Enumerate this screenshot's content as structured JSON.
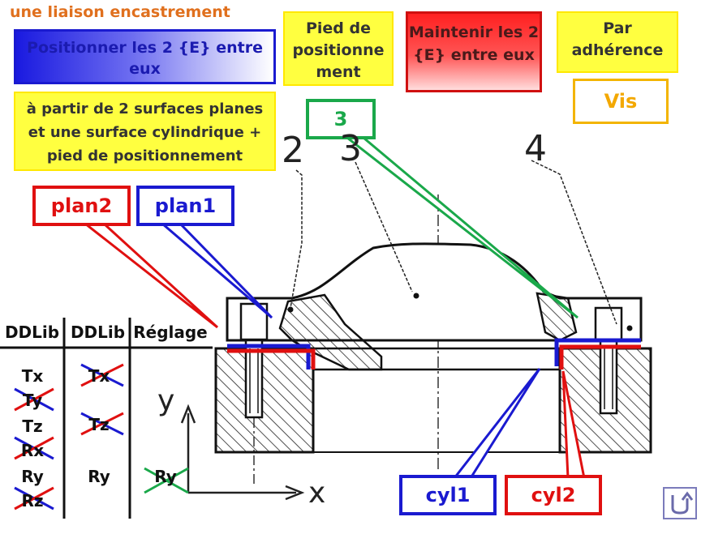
{
  "title": "une liaison encastrement",
  "box_position": "Positionner les 2 {E} entre eux",
  "box_pied": "Pied de positionne ment",
  "box_maintenir": "Maintenir les 2 {E} entre eux",
  "box_adherence": "Par adhérence",
  "box_vis": "Vis",
  "box_surfaces": "à partir de 2 surfaces planes et une surface cylindrique + pied de positionnement",
  "label_3": "3",
  "label_plan2": "plan2",
  "label_plan1": "plan1",
  "label_cyl1": "cyl1",
  "label_cyl2": "cyl2",
  "part_numbers": [
    "2",
    "3",
    "4"
  ],
  "axis_y": "y",
  "axis_x": "x",
  "table": {
    "headers": [
      "DDLib",
      "DDLib",
      "Réglage"
    ],
    "col1": [
      "Tx",
      "Ty",
      "Tz",
      "Rx",
      "Ry",
      "Rz"
    ],
    "col2": [
      "Tx",
      "Tz",
      "Ry"
    ],
    "col3": [
      "Ry"
    ]
  },
  "colors": {
    "blue": "#1a1ad0",
    "red": "#e01010",
    "green": "#1aa84a",
    "orange": "#e0701e",
    "yellow": "#ffff40"
  },
  "icons": {
    "return": "return-arrow-icon"
  }
}
